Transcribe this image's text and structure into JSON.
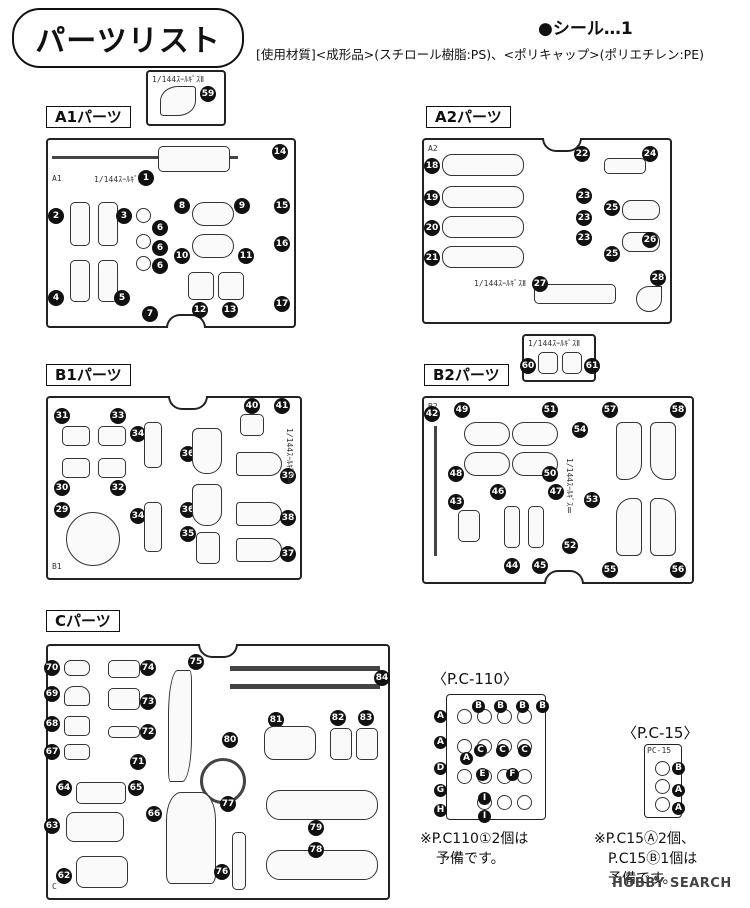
{
  "header": {
    "title": "パーツリスト",
    "seal": "●シール…1",
    "materials": "[使用材質]<成形品>(スチロール樹脂:PS)、<ポリキャップ>(ポリエチレン:PE)"
  },
  "runners": {
    "a1": {
      "label": "A1パーツ",
      "tag": "1/144ｽｰﾙｷﾞｽⅡ",
      "top_tag": "1/144ｽｰﾙｷﾞｽⅡ",
      "corner": "A1",
      "numbers": [
        "1",
        "2",
        "3",
        "4",
        "5",
        "6",
        "6",
        "6",
        "7",
        "8",
        "9",
        "10",
        "11",
        "12",
        "13",
        "14",
        "15",
        "16",
        "17",
        "59"
      ]
    },
    "a2": {
      "label": "A2パーツ",
      "tag": "1/144ｽｰﾙｷﾞｽⅡ",
      "corner": "A2",
      "numbers": [
        "18",
        "19",
        "20",
        "21",
        "22",
        "23",
        "23",
        "23",
        "24",
        "25",
        "25",
        "26",
        "27",
        "28"
      ]
    },
    "b1": {
      "label": "B1パーツ",
      "tag": "1/144ｽｰﾙｷﾞｽⅡ",
      "corner": "B1",
      "numbers": [
        "29",
        "30",
        "31",
        "32",
        "33",
        "34",
        "34",
        "35",
        "36",
        "36",
        "37",
        "38",
        "39",
        "40",
        "41"
      ]
    },
    "b2": {
      "label": "B2パーツ",
      "top_tag": "1/144ｽｰﾙｷﾞｽⅡ",
      "tag": "1/144ｽｰﾙｷﾞｽⅡ",
      "corner": "B2",
      "numbers": [
        "42",
        "43",
        "44",
        "45",
        "46",
        "47",
        "48",
        "49",
        "50",
        "51",
        "52",
        "53",
        "54",
        "55",
        "56",
        "57",
        "58",
        "60",
        "61"
      ]
    },
    "c": {
      "label": "Cパーツ",
      "corner": "C",
      "numbers": [
        "62",
        "63",
        "64",
        "65",
        "66",
        "67",
        "68",
        "69",
        "70",
        "71",
        "72",
        "73",
        "74",
        "75",
        "76",
        "77",
        "78",
        "79",
        "80",
        "81",
        "82",
        "83",
        "84"
      ]
    }
  },
  "polycaps": {
    "pc110": {
      "title": "〈P.C-110〉",
      "letters": [
        "A",
        "A",
        "A",
        "B",
        "B",
        "B",
        "B",
        "C",
        "C",
        "C",
        "D",
        "E",
        "F",
        "G",
        "H",
        "I",
        "I"
      ]
    },
    "pc15": {
      "title": "〈P.C-15〉",
      "tag": "PC-15",
      "letters": [
        "B",
        "A",
        "A"
      ]
    }
  },
  "notes": {
    "pc110_line1": "※P.C110①2個は",
    "pc110_line2": "予備です。",
    "pc15_line1": "※P.C15Ⓐ2個、",
    "pc15_line2": "P.C15Ⓑ1個は",
    "pc15_line3": "予備です。"
  },
  "watermark": "HOBBY SEARCH",
  "colors": {
    "ink": "#111111",
    "paper": "#ffffff"
  }
}
